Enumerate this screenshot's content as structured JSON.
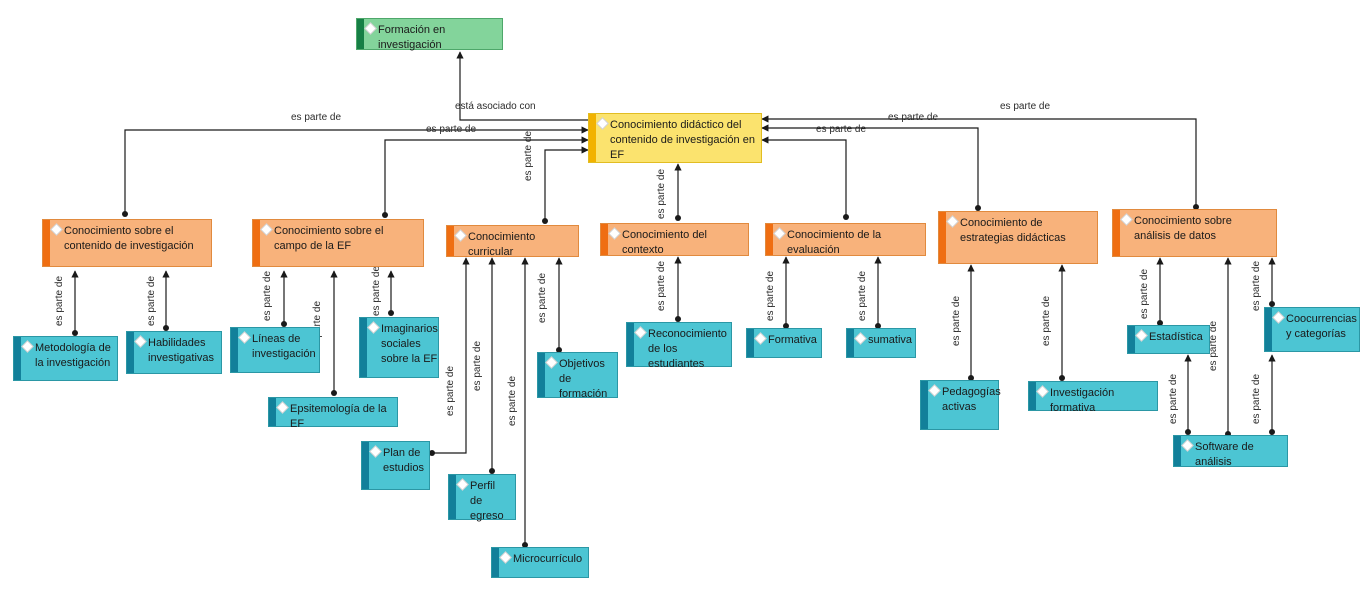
{
  "nodes": {
    "formacion": "Formación en investigación",
    "central": "Conocimiento didáctico del contenido de investigación en EF",
    "cont_inv": "Conocimiento sobre el contenido de investigación",
    "campo_ef": "Conocimiento sobre el campo de la EF",
    "curricular": "Conocimiento curricular",
    "contexto": "Conocimiento del contexto",
    "evaluacion": "Conocimiento de la evaluación",
    "estrategias": "Conocimiento de estrategias didácticas",
    "analisis": "Conocimiento sobre análisis de datos",
    "metodologia": "Metodología de la investigación",
    "habilidades": "Habilidades investigativas",
    "lineas": "Líneas de investigación",
    "imaginarios": "Imaginarios sociales sobre la EF",
    "epistemologia": "Epsitemología de la EF",
    "plan": "Plan de estudios",
    "perfil": "Perfil de egreso",
    "micro": "Microcurrículo",
    "objetivos": "Objetivos de formación",
    "reconocimiento": "Reconocimiento de los estudiantes",
    "formativa": "Formativa",
    "sumativa": "sumativa",
    "pedagogias": "Pedagogías activas",
    "invformativa": "Investigación formativa",
    "estadistica": "Estadística",
    "coocurrencias": "Coocurrencias y categorías",
    "software": "Software de análisis"
  },
  "relations": {
    "part_of": "es parte de",
    "associated": "está asociado con"
  },
  "colors": {
    "core": "#fbe36e",
    "concept": "#f8b27b",
    "leaf": "#4cc5d3",
    "top": "#83d49b",
    "line": "#1a1a1a"
  }
}
